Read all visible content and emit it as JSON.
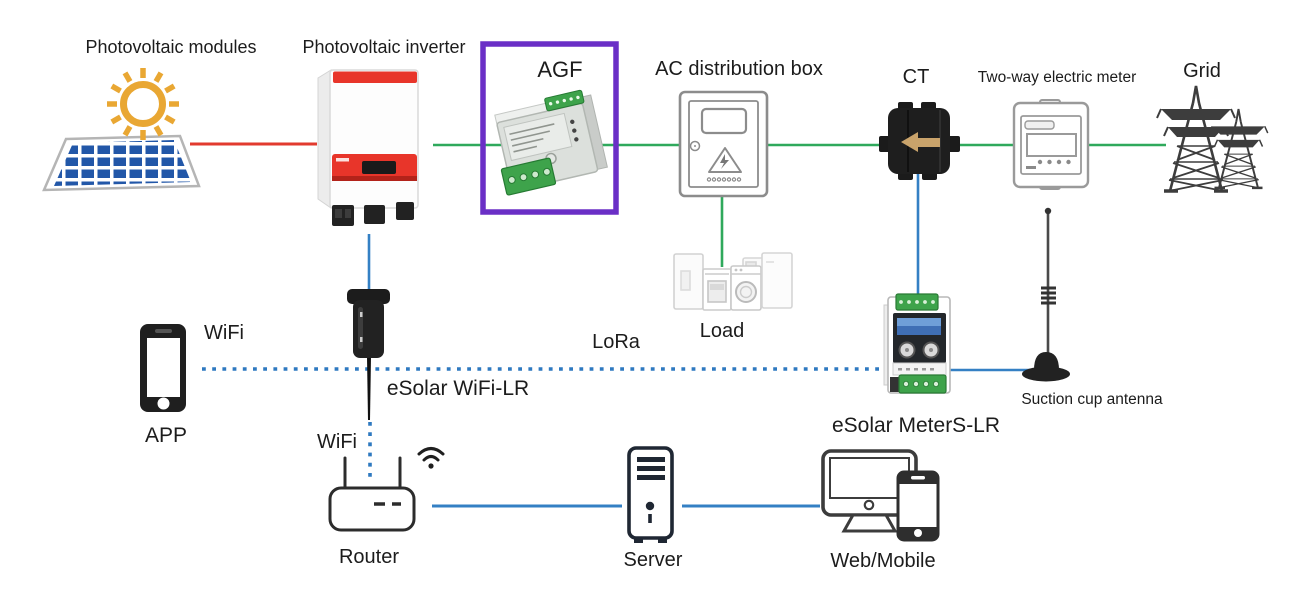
{
  "diagram": {
    "labels": {
      "pv_modules": "Photovoltaic modules",
      "pv_inverter": "Photovoltaic inverter",
      "agf": "AGF",
      "ac_box": "AC distribution box",
      "ct": "CT",
      "two_way_meter": "Two-way electric meter",
      "grid": "Grid",
      "wifi_app": "WiFi",
      "app": "APP",
      "esolar_wifi_lr": "eSolar WiFi-LR",
      "wifi_router": "WiFi",
      "lora": "LoRa",
      "load": "Load",
      "esolar_meters_lr": "eSolar MeterS-LR",
      "suction_antenna": "Suction cup antenna",
      "router": "Router",
      "server": "Server",
      "web_mobile": "Web/Mobile"
    },
    "colors": {
      "dc_red": "#e23a2e",
      "ac_green": "#2fa95c",
      "comm_blue": "#3480c4",
      "wireless_blue": "#2e79c0",
      "highlight_purple": "#6a2fc6",
      "sun_gold": "#e9a733",
      "panel_blue": "#2257a8",
      "inverter_red": "#e8352a",
      "terminal_green": "#3ea34b",
      "ct_arrow_tan": "#c9a36b"
    },
    "links": [
      {
        "from": "Photovoltaic modules",
        "to": "Photovoltaic inverter",
        "style": "solid-red"
      },
      {
        "from": "Photovoltaic inverter",
        "to": "AGF",
        "style": "solid-green"
      },
      {
        "from": "AGF",
        "to": "AC distribution box",
        "style": "solid-green"
      },
      {
        "from": "AC distribution box",
        "to": "Load",
        "style": "solid-green"
      },
      {
        "from": "AC distribution box",
        "to": "CT",
        "style": "solid-green"
      },
      {
        "from": "CT",
        "to": "Two-way electric meter",
        "style": "solid-green"
      },
      {
        "from": "Two-way electric meter",
        "to": "Grid",
        "style": "solid-green"
      },
      {
        "from": "Photovoltaic inverter",
        "to": "eSolar WiFi-LR",
        "style": "solid-blue"
      },
      {
        "from": "CT",
        "to": "eSolar MeterS-LR",
        "style": "solid-blue"
      },
      {
        "from": "eSolar MeterS-LR",
        "to": "Suction cup antenna",
        "style": "solid-blue"
      },
      {
        "from": "APP",
        "to": "eSolar WiFi-LR",
        "style": "dotted-blue",
        "label": "WiFi"
      },
      {
        "from": "eSolar WiFi-LR",
        "to": "eSolar MeterS-LR",
        "style": "dotted-blue",
        "label": "LoRa"
      },
      {
        "from": "eSolar WiFi-LR",
        "to": "Router",
        "style": "dotted-blue",
        "label": "WiFi"
      },
      {
        "from": "Router",
        "to": "Server",
        "style": "solid-blue"
      },
      {
        "from": "Server",
        "to": "Web/Mobile",
        "style": "solid-blue"
      }
    ]
  }
}
